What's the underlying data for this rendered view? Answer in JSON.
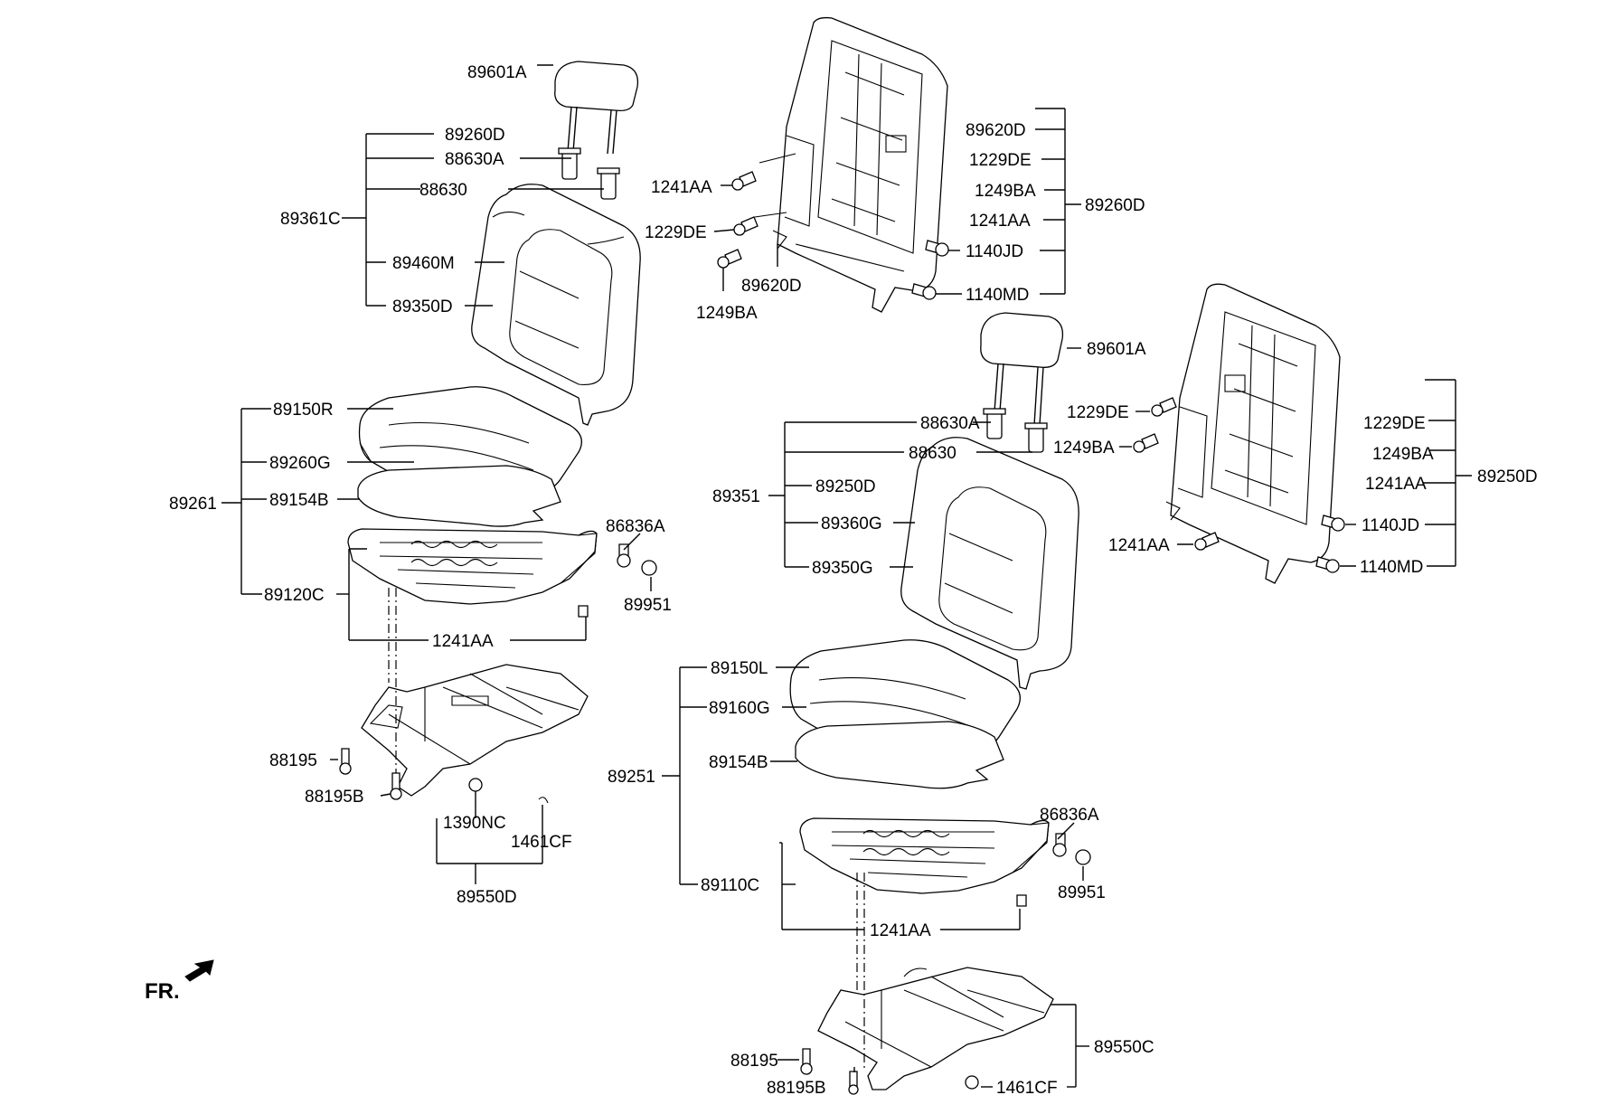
{
  "direction_label": "FR.",
  "colors": {
    "line": "#000000",
    "background": "#ffffff"
  },
  "labels": {
    "l1": "89601A",
    "l2": "89260D",
    "l3": "88630A",
    "l4": "88630",
    "l5": "89361C",
    "l6": "89460M",
    "l7": "89350D",
    "l8": "89150R",
    "l9": "89260G",
    "l10": "89261",
    "l11": "89154B",
    "l12": "86836A",
    "l13": "89120C",
    "l14": "89951",
    "l15": "1241AA",
    "l16": "88195",
    "l17": "88195B",
    "l18": "1390NC",
    "l19": "1461CF",
    "l20": "89550D",
    "r1": "89620D",
    "r2": "1229DE",
    "r3": "1241AA",
    "r4": "1249BA",
    "r5": "1241AA",
    "r6": "89260D",
    "r7": "1229DE",
    "r8": "1140JD",
    "r9": "89620D",
    "r10": "1140MD",
    "r11": "1249BA",
    "m1": "89601A",
    "m2": "88630A",
    "m3": "88630",
    "m4": "89250D",
    "m5": "89351",
    "m6": "89360G",
    "m7": "89350G",
    "m8": "89150L",
    "m9": "89160G",
    "m10": "89154B",
    "m11": "89251",
    "m12": "86836A",
    "m13": "89110C",
    "m14": "89951",
    "m15": "1241AA",
    "m16": "88195",
    "m17": "89550C",
    "m18": "88195B",
    "m19": "1461CF",
    "f1": "1229DE",
    "f2": "1229DE",
    "f3": "1249BA",
    "f4": "1249BA",
    "f5": "1241AA",
    "f6": "89250D",
    "f7": "1140JD",
    "f8": "1241AA",
    "f9": "1140MD"
  }
}
